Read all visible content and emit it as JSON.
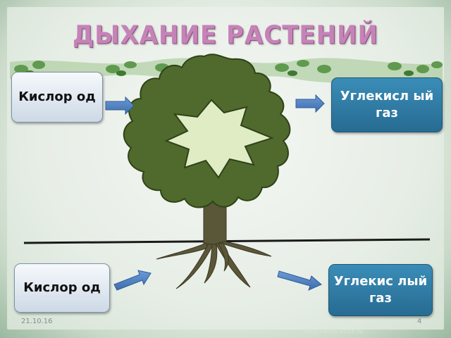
{
  "title": "ДЫХАНИЕ РАСТЕНИЙ",
  "boxes": {
    "top_left": "Кислор од",
    "top_right": "Углекисл ый газ",
    "bottom_left": "Кислор од",
    "bottom_right": "Углекис лый газ"
  },
  "footer": {
    "date": "21.10.16",
    "page": "4",
    "url": "http://aida.ucoz.ru"
  },
  "colors": {
    "title": "#c583b8",
    "crown": "#4f6a2c",
    "crown_inner": "#dfecc4",
    "trunk": "#5a5638",
    "arrow": "#4f7fc2",
    "box_dark": "#2f7ba6",
    "box_light": "#e4ecf4"
  }
}
